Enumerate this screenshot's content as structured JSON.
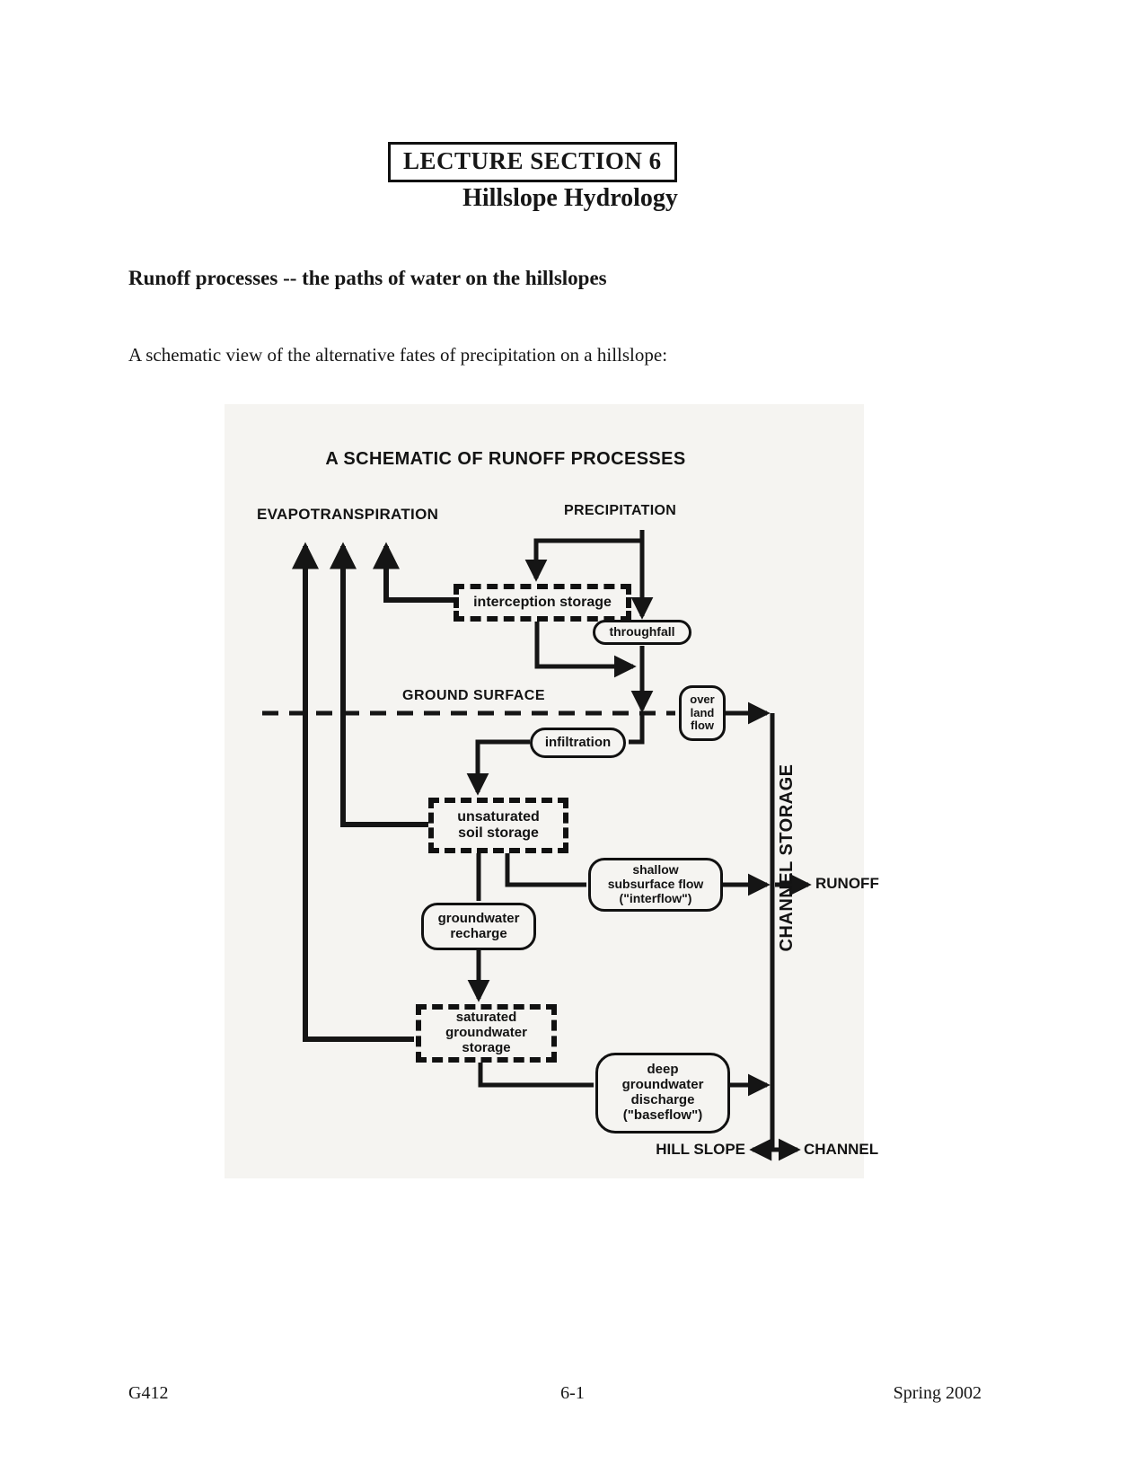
{
  "page": {
    "lecture_box": "LECTURE SECTION 6",
    "subtitle": "Hillslope Hydrology",
    "heading": "Runoff processes -- the paths of water on the hillslopes",
    "intro": "A schematic view of the alternative fates of precipitation on a hillslope:",
    "footer": {
      "left": "G412",
      "center": "6-1",
      "right": "Spring 2002"
    }
  },
  "diagram": {
    "title": "A SCHEMATIC OF RUNOFF PROCESSES",
    "ink": "#151515",
    "labels": {
      "evapotranspiration": "EVAPOTRANSPIRATION",
      "precipitation": "PRECIPITATION",
      "ground_surface": "GROUND SURFACE",
      "channel_storage": "CHANNEL STORAGE",
      "runoff": "RUNOFF",
      "hill_slope": "HILL SLOPE",
      "channel": "CHANNEL"
    },
    "nodes": {
      "interception": {
        "lines": [
          "interception storage"
        ]
      },
      "throughfall": {
        "lines": [
          "throughfall"
        ]
      },
      "overland": {
        "lines": [
          "over",
          "land",
          "flow"
        ]
      },
      "infiltration": {
        "lines": [
          "infiltration"
        ]
      },
      "unsaturated": {
        "lines": [
          "unsaturated",
          "soil storage"
        ]
      },
      "shallow": {
        "lines": [
          "shallow",
          "subsurface flow",
          "(\"interflow\")"
        ]
      },
      "recharge": {
        "lines": [
          "groundwater",
          "recharge"
        ]
      },
      "saturated": {
        "lines": [
          "saturated",
          "groundwater",
          "storage"
        ]
      },
      "deep": {
        "lines": [
          "deep",
          "groundwater",
          "discharge",
          "(\"baseflow\")"
        ]
      }
    }
  }
}
